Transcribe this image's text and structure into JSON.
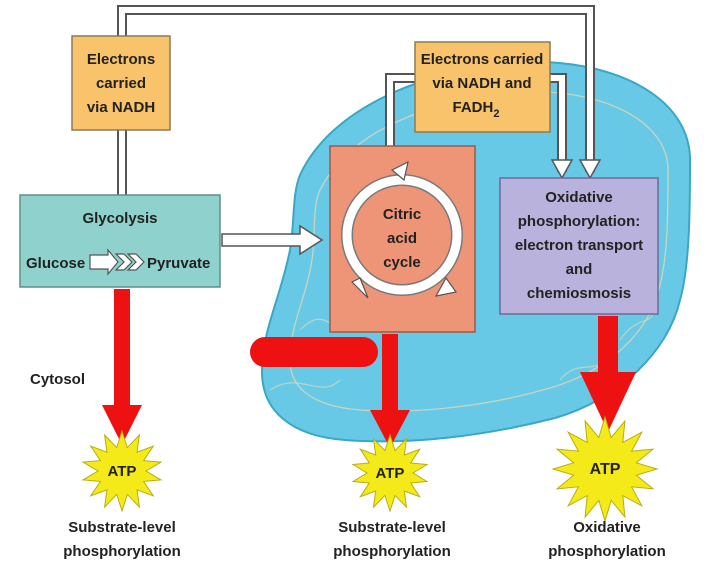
{
  "boxes": {
    "nadh": [
      "Electrons",
      "carried",
      "via NADH"
    ],
    "nadh_fadh": {
      "line1": "Electrons carried",
      "line2": "via NADH and",
      "line3": "FADH",
      "line3_sub": "2"
    },
    "glycolysis": {
      "title": "Glycolysis",
      "left": "Glucose",
      "right": "Pyruvate"
    },
    "citric": [
      "Citric",
      "acid",
      "cycle"
    ],
    "oxphos": [
      "Oxidative",
      "phosphorylation:",
      "electron transport",
      "and",
      "chemiosmosis"
    ]
  },
  "labels": {
    "cytosol": "Cytosol"
  },
  "atp": {
    "label": "ATP",
    "captions": {
      "left": [
        "Substrate-level",
        "phosphorylation"
      ],
      "middle": [
        "Substrate-level",
        "phosphorylation"
      ],
      "right": [
        "Oxidative",
        "phosphorylation"
      ]
    }
  },
  "colors": {
    "mitochondrion": "#67c9e6",
    "orange_box": "#f8c36a",
    "teal_box": "#8fd1cc",
    "salmon_box": "#ee9578",
    "purple_box": "#b8b2dc",
    "red_arrow": "#ee1111",
    "starburst": "#f4ea1a"
  }
}
